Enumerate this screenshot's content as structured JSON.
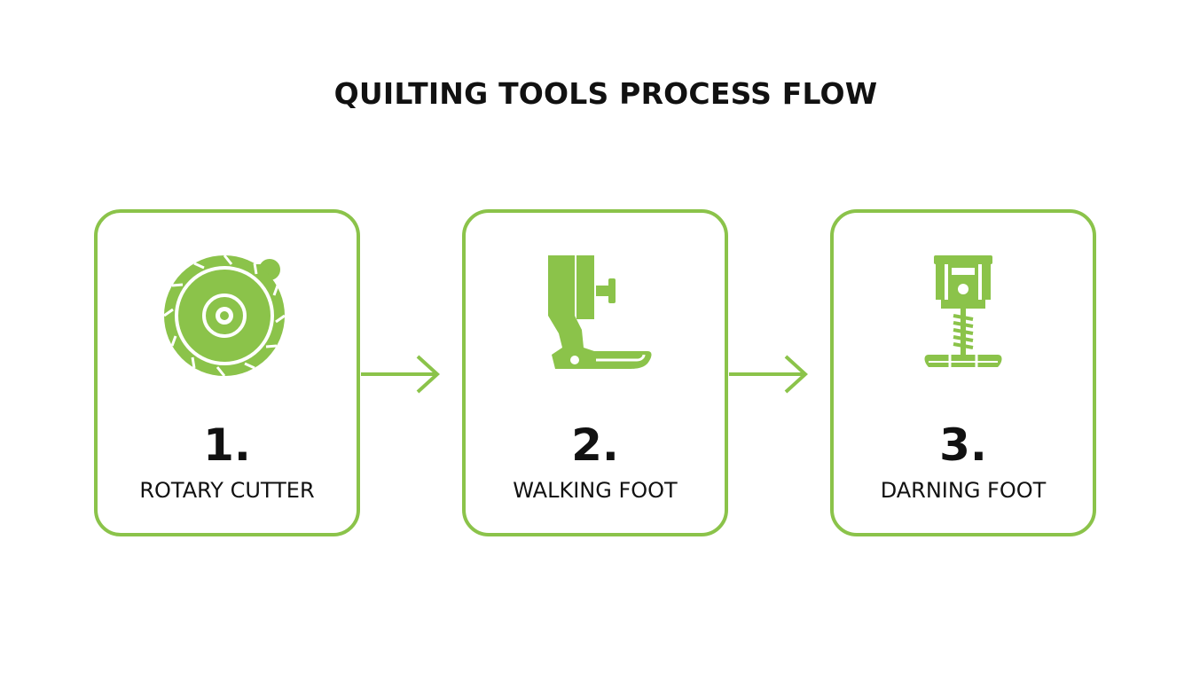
{
  "title": "QUILTING TOOLS PROCESS FLOW",
  "accent_color": "#8bc34a",
  "steps": [
    {
      "number": "1.",
      "label": "ROTARY CUTTER",
      "icon": "rotary-cutter-icon"
    },
    {
      "number": "2.",
      "label": "WALKING FOOT",
      "icon": "walking-foot-icon"
    },
    {
      "number": "3.",
      "label": "DARNING FOOT",
      "icon": "darning-foot-icon"
    }
  ]
}
